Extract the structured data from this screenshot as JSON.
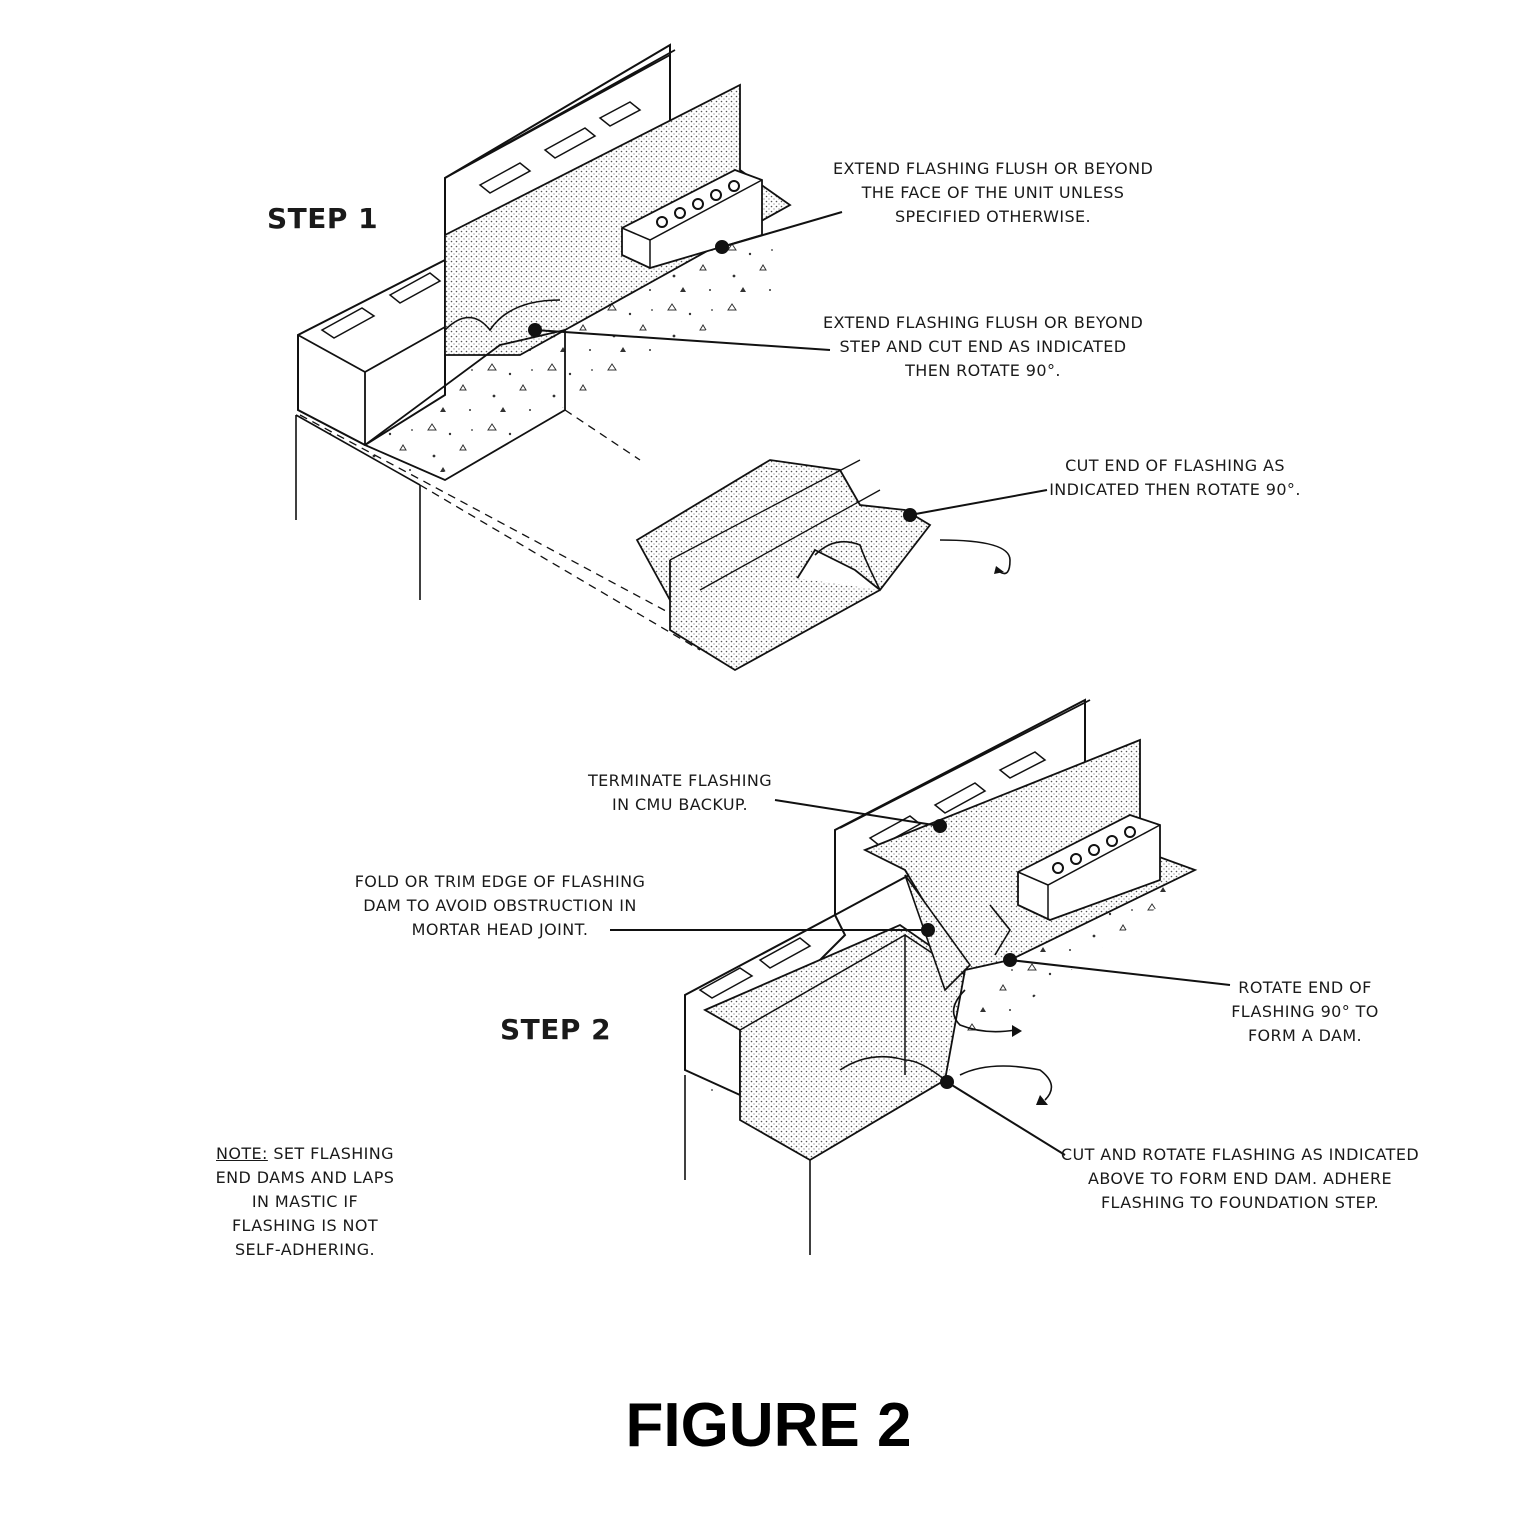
{
  "step1": {
    "title": "STEP 1",
    "callout_a": [
      "EXTEND FLASHING FLUSH OR BEYOND",
      "THE FACE OF THE UNIT UNLESS",
      "SPECIFIED OTHERWISE."
    ],
    "callout_b": [
      "EXTEND FLASHING FLUSH OR BEYOND",
      "STEP AND CUT END AS INDICATED",
      "THEN ROTATE 90°."
    ],
    "callout_c": [
      "CUT END OF FLASHING AS",
      "INDICATED THEN ROTATE 90°."
    ]
  },
  "step2": {
    "title": "STEP 2",
    "callout_a": [
      "TERMINATE FLASHING",
      "IN CMU BACKUP."
    ],
    "callout_b": [
      "FOLD OR TRIM EDGE OF FLASHING",
      "DAM TO AVOID OBSTRUCTION IN",
      "MORTAR HEAD JOINT."
    ],
    "callout_c": [
      "ROTATE END OF",
      "FLASHING 90° TO",
      "FORM A DAM."
    ],
    "callout_d": [
      "CUT AND ROTATE FLASHING AS INDICATED",
      "ABOVE TO FORM END DAM. ADHERE",
      "FLASHING TO FOUNDATION STEP."
    ]
  },
  "note": {
    "label": "NOTE:",
    "first_line_rest": " SET FLASHING",
    "lines": [
      "END DAMS AND LAPS",
      "IN MASTIC IF",
      "FLASHING IS NOT",
      "SELF-ADHERING."
    ]
  },
  "figure_title": "FIGURE 2"
}
